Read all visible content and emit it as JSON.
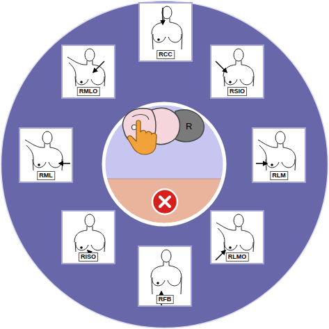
{
  "diagram": {
    "nodes": [
      {
        "text": [
          "RCC"
        ]
      },
      {
        "text": [
          "RMLO"
        ]
      },
      {
        "text": [
          "RSIO"
        ]
      },
      {
        "text": [
          "RML"
        ]
      },
      {
        "text": [
          "RLM"
        ]
      },
      {
        "text": [
          "RISO"
        ]
      },
      {
        "text": [
          "RLMO"
        ]
      },
      {
        "text": [
          "RFB"
        ]
      }
    ],
    "labels": [
      "R"
    ]
  }
}
